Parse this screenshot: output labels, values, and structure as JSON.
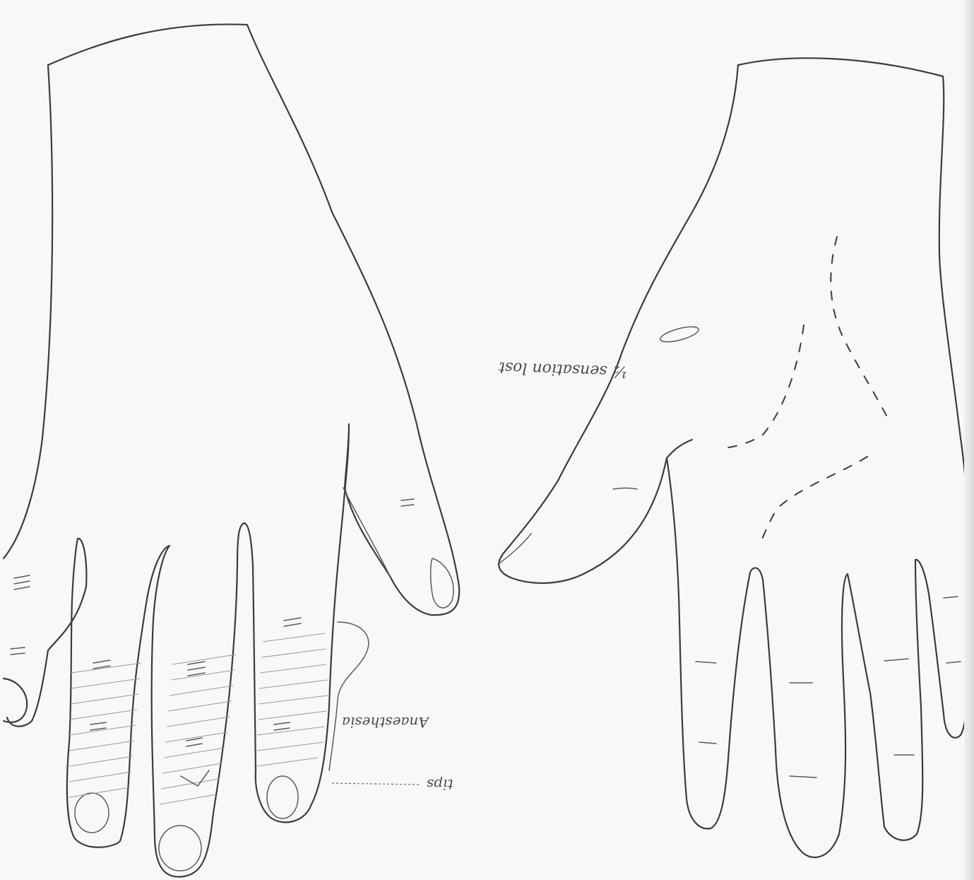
{
  "sheet": {
    "paper_color": "#f8f8f6",
    "ink_color": "#3c3c3a",
    "hatch_color": "#9a9a96"
  },
  "annotations": {
    "sensation_note": "½ sensation lost",
    "brace_note": "Anaesthesia",
    "tips_note": "tips"
  }
}
